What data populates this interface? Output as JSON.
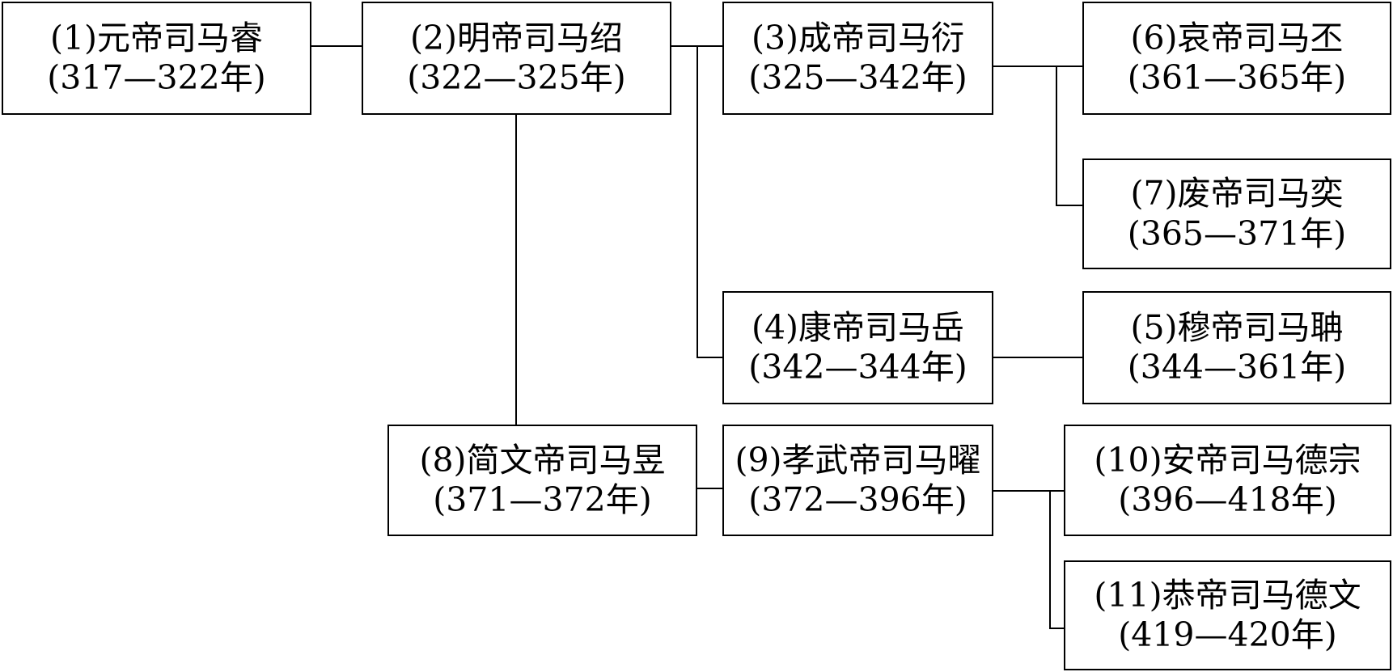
{
  "rulers": {
    "n1": {
      "name": "(1)元帝司马睿",
      "years": "(317—322年)"
    },
    "n2": {
      "name": "(2)明帝司马绍",
      "years": "(322—325年)"
    },
    "n3": {
      "name": "(3)成帝司马衍",
      "years": "(325—342年)"
    },
    "n4": {
      "name": "(4)康帝司马岳",
      "years": "(342—344年)"
    },
    "n5": {
      "name": "(5)穆帝司马聃",
      "years": "(344—361年)"
    },
    "n6": {
      "name": "(6)哀帝司马丕",
      "years": "(361—365年)"
    },
    "n7": {
      "name": "(7)废帝司马奕",
      "years": "(365—371年)"
    },
    "n8": {
      "name": "(8)简文帝司马昱",
      "years": "(371—372年)"
    },
    "n9": {
      "name": "(9)孝武帝司马曜",
      "years": "(372—396年)"
    },
    "n10": {
      "name": "(10)安帝司马德宗",
      "years": "(396—418年)"
    },
    "n11": {
      "name": "(11)恭帝司马德文",
      "years": "(419—420年)"
    }
  },
  "links": [
    [
      "n1",
      "n2"
    ],
    [
      "n2",
      "n3"
    ],
    [
      "n2",
      "n4"
    ],
    [
      "n2",
      "n8"
    ],
    [
      "n3",
      "n6"
    ],
    [
      "n3",
      "n7"
    ],
    [
      "n4",
      "n5"
    ],
    [
      "n8",
      "n9"
    ],
    [
      "n9",
      "n10"
    ],
    [
      "n9",
      "n11"
    ]
  ]
}
